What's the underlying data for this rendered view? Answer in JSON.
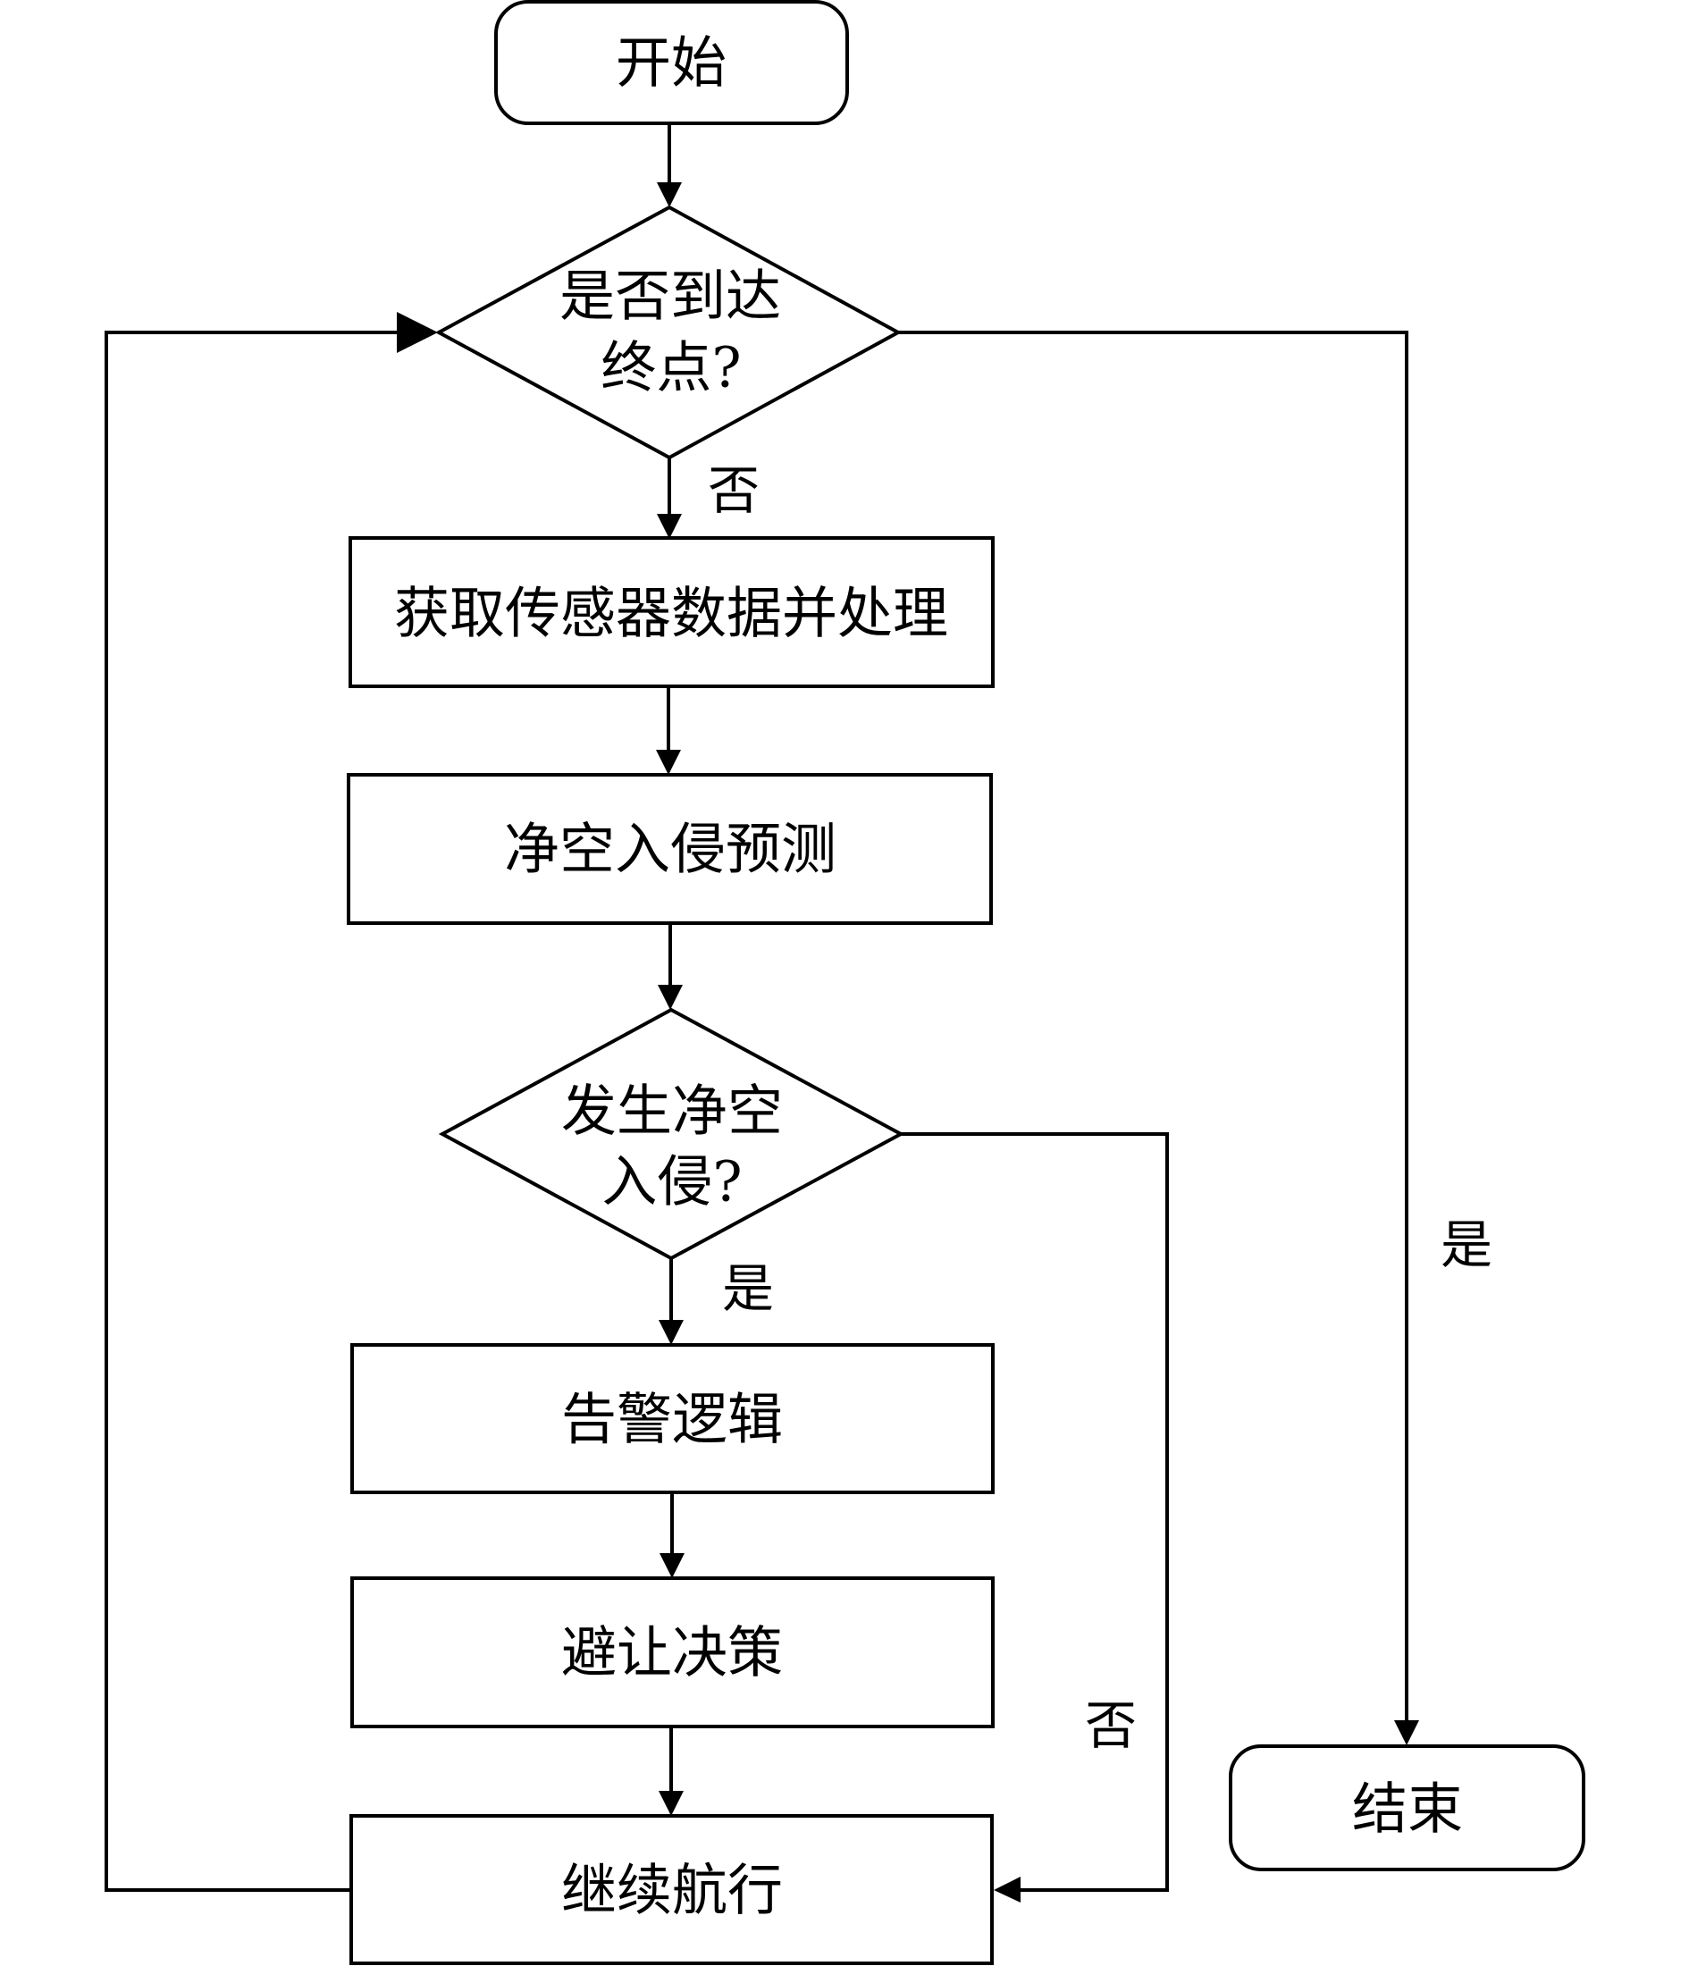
{
  "diagram": {
    "type": "flowchart",
    "colors": {
      "stroke": "#000000",
      "fill": "#ffffff",
      "text": "#000000"
    },
    "nodes": {
      "start": {
        "shape": "terminal",
        "label": "开始"
      },
      "reached_destination": {
        "shape": "decision",
        "label_line1": "是否到达",
        "label_line2": "终点?"
      },
      "get_sensor_data": {
        "shape": "process",
        "label": "获取传感器数据并处理"
      },
      "clearance_prediction": {
        "shape": "process",
        "label": "净空入侵预测"
      },
      "intrusion_occurred": {
        "shape": "decision",
        "label_line1": "发生净空",
        "label_line2": "入侵?"
      },
      "alert_logic": {
        "shape": "process",
        "label": "告警逻辑"
      },
      "avoidance_decision": {
        "shape": "process",
        "label": "避让决策"
      },
      "continue_navigation": {
        "shape": "process",
        "label": "继续航行"
      },
      "end": {
        "shape": "terminal",
        "label": "结束"
      }
    },
    "edge_labels": {
      "reached_no": "否",
      "reached_yes": "是",
      "intrusion_yes": "是",
      "intrusion_no": "否"
    },
    "edges": [
      {
        "from": "start",
        "to": "reached_destination",
        "label": ""
      },
      {
        "from": "reached_destination",
        "to": "get_sensor_data",
        "label": "否"
      },
      {
        "from": "reached_destination",
        "to": "end",
        "label": "是"
      },
      {
        "from": "get_sensor_data",
        "to": "clearance_prediction",
        "label": ""
      },
      {
        "from": "clearance_prediction",
        "to": "intrusion_occurred",
        "label": ""
      },
      {
        "from": "intrusion_occurred",
        "to": "alert_logic",
        "label": "是"
      },
      {
        "from": "intrusion_occurred",
        "to": "continue_navigation",
        "label": "否"
      },
      {
        "from": "alert_logic",
        "to": "avoidance_decision",
        "label": ""
      },
      {
        "from": "avoidance_decision",
        "to": "continue_navigation",
        "label": ""
      },
      {
        "from": "continue_navigation",
        "to": "reached_destination",
        "label": ""
      }
    ]
  }
}
